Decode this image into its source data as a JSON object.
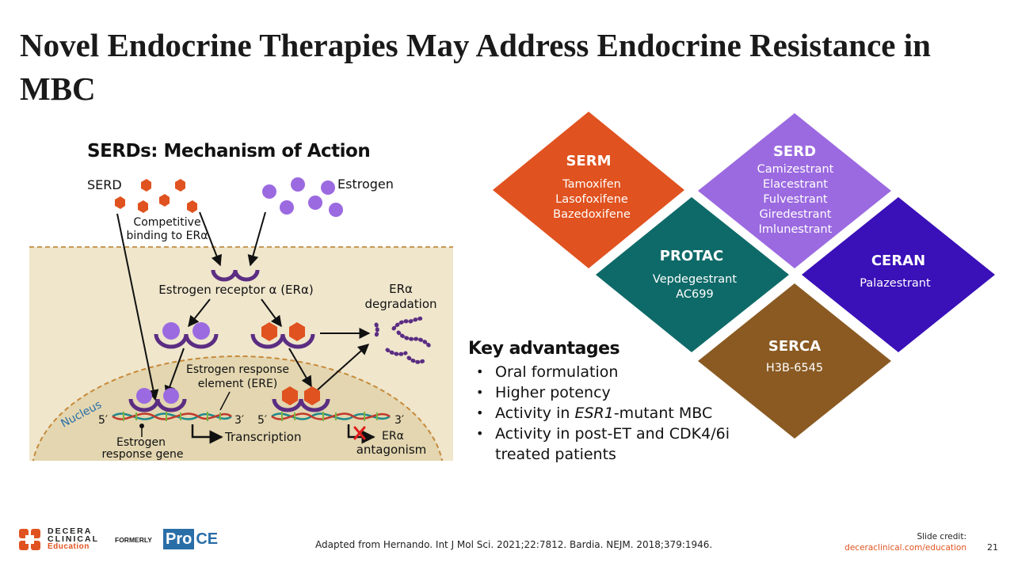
{
  "slide": {
    "title": "Novel Endocrine Therapies May Address Endocrine Resistance in MBC",
    "page_number": "21"
  },
  "moa": {
    "title": "SERDs: Mechanism of Action",
    "serd_label": "SERD",
    "estrogen_label": "Estrogen",
    "competitive_line1": "Competitive",
    "competitive_line2": "binding to ERα",
    "receptor_label": "Estrogen receptor α (ERα)",
    "degradation_line1": "ERα",
    "degradation_line2": "degradation",
    "ere_line1": "Estrogen response",
    "ere_line2": "element (ERE)",
    "nucleus_label": "Nucleus",
    "five_prime": "5′",
    "three_prime": "3′",
    "transcription_label": "Transcription",
    "gene_line1": "Estrogen",
    "gene_line2": "response gene",
    "antagonism_line1": "ERα",
    "antagonism_line2": "antagonism",
    "colors": {
      "serd": "#e0521f",
      "estrogen": "#9b6ae0",
      "receptor": "#5b2d82",
      "cell": "#efe6cc",
      "nucleus": "#e3d6b0"
    }
  },
  "classes": [
    {
      "name": "SERM",
      "drugs": [
        "Tamoxifen",
        "Lasofoxifene",
        "Bazedoxifene"
      ],
      "color": "#e0521f"
    },
    {
      "name": "SERD",
      "drugs": [
        "Camizestrant",
        "Elacestrant",
        "Fulvestrant",
        "Giredestrant",
        "Imlunestrant"
      ],
      "color": "#9b6ae0"
    },
    {
      "name": "PROTAC",
      "drugs": [
        "Vepdegestrant",
        "AC699"
      ],
      "color": "#0e6a68"
    },
    {
      "name": "CERAN",
      "drugs": [
        "Palazestrant"
      ],
      "color": "#3a10b8"
    },
    {
      "name": "SERCA",
      "drugs": [
        "H3B-6545"
      ],
      "color": "#8a5a22"
    }
  ],
  "key_advantages": {
    "title": "Key advantages",
    "items": [
      {
        "pre": "Oral formulation",
        "ital": "",
        "post": ""
      },
      {
        "pre": "Higher potency",
        "ital": "",
        "post": ""
      },
      {
        "pre": "Activity in ",
        "ital": "ESR1",
        "post": "-mutant MBC"
      },
      {
        "pre": "Activity in post-ET and CDK4/6i treated patients",
        "ital": "",
        "post": ""
      }
    ]
  },
  "footer": {
    "logo_line1": "DECERA",
    "logo_line2": "CLINICAL",
    "logo_line3": "Education",
    "formerly": "FORMERLY",
    "proce_pro": "Pro",
    "proce_ce": "CE",
    "citation": "Adapted from Hernando. Int J Mol Sci. 2021;22:7812. Bardia. NEJM. 2018;379:1946.",
    "credit_label": "Slide credit:",
    "credit_url": "deceraclinical.com/education"
  }
}
